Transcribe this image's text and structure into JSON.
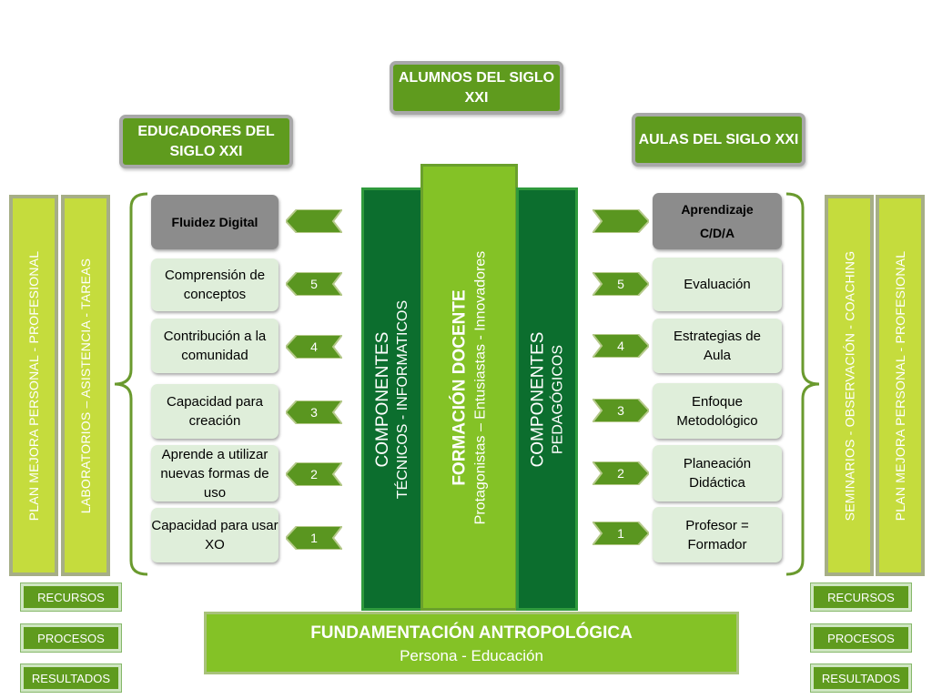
{
  "headers": {
    "top": "ALUMNOS DEL SIGLO XXI",
    "left": "EDUCADORES DEL SIGLO XXI",
    "right": "AULAS DEL SIGLO XXI"
  },
  "left_bars": [
    "PLAN MEJORA PERSONAL - PROFESIONAL",
    "LABORATORIOS – ASISTENCIA - TAREAS"
  ],
  "right_bars": [
    "SEMINARIOS - OBSERVACIÓN - COACHING",
    "PLAN MEJORA PERSONAL - PROFESIONAL"
  ],
  "left_items": [
    "Fluidez Digital",
    "Comprensión de conceptos",
    "Contribución a la comunidad",
    "Capacidad para creación",
    "Aprende a utilizar nuevas formas de uso",
    "Capacidad  para usar XO"
  ],
  "right_items": [
    "Aprendizaje C/D/A",
    "Evaluación",
    "Estrategias de Aula",
    "Enfoque Metodológico",
    "Planeación Didáctica",
    "Profesor = Formador"
  ],
  "arrow_numbers": [
    "",
    "5",
    "4",
    "3",
    "2",
    "1"
  ],
  "center": {
    "left_col_title": "COMPONENTES",
    "left_col_sub": "TÉCNICOS - INFORMATICOS",
    "mid_title": "FORMACIÓN DOCENTE",
    "mid_sub": "Protagonistas – Entusiastas  - Innovadores",
    "right_col_title": "COMPONENTES",
    "right_col_sub": "PEDAGÓGICOS"
  },
  "foundation": {
    "title": "FUNDAMENTACIÓN ANTROPOLÓGICA",
    "sub": "Persona - Educación"
  },
  "tags": [
    "RECURSOS",
    "PROCESOS",
    "RESULTADOS"
  ],
  "colors": {
    "header_green": "#5f9b1e",
    "lime": "#c5dc3d",
    "dark_green": "#0c6e2e",
    "mid_green": "#84c226",
    "item_bg": "#dfeeda",
    "item_gray": "#8c8c8c"
  }
}
